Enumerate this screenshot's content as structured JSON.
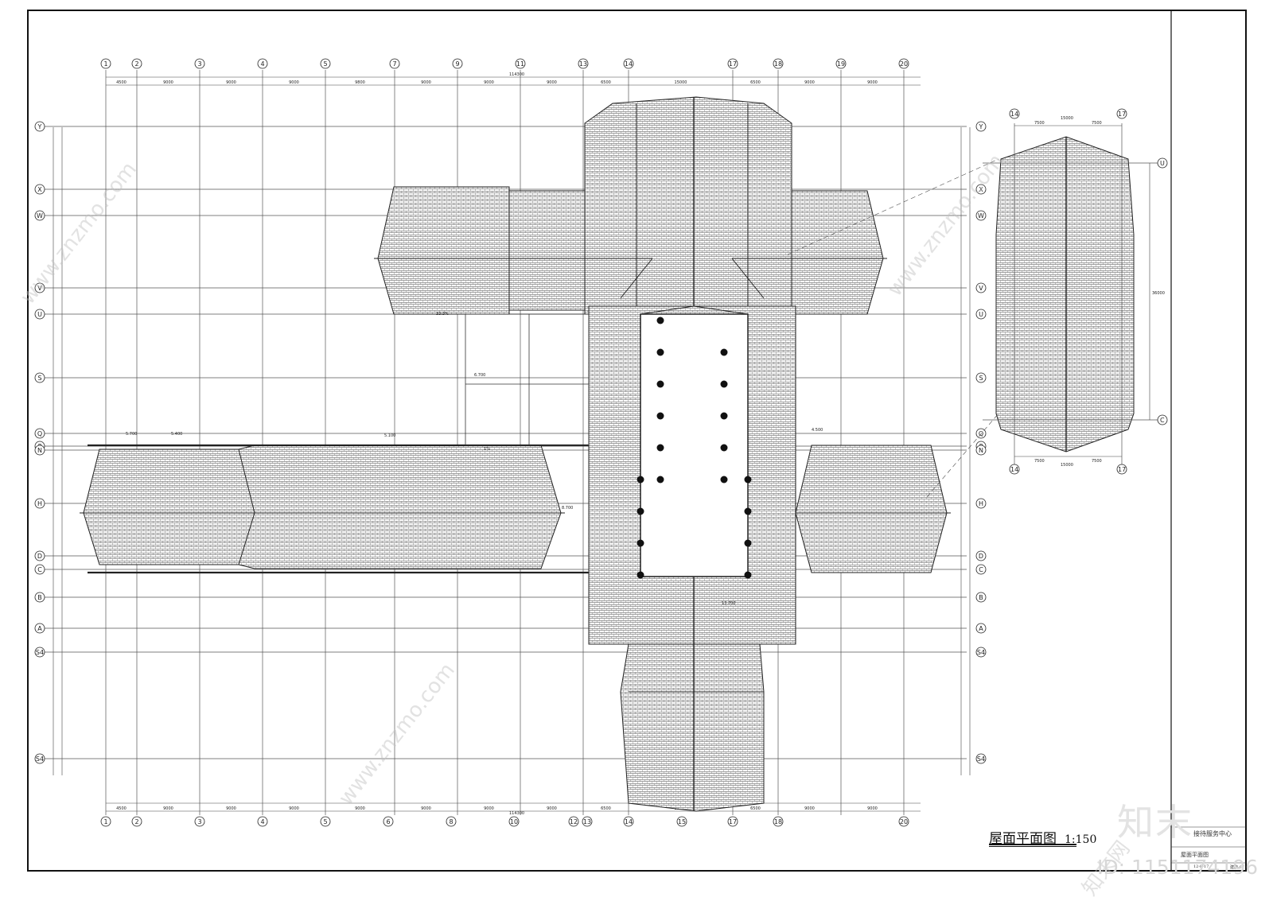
{
  "drawing": {
    "title": "屋面平面图",
    "scale": "1:150",
    "project_name": "接待服务中心",
    "sheet_name": "屋面平面图",
    "sheet_number": "建施-07",
    "date": "12-8-17"
  },
  "grid": {
    "top_axes": [
      "1",
      "2",
      "3",
      "4",
      "5",
      "7",
      "9",
      "11",
      "13",
      "14",
      "17",
      "18",
      "19",
      "20"
    ],
    "bottom_axes": [
      "1",
      "2",
      "3",
      "4",
      "5",
      "6",
      "8",
      "10",
      "12",
      "13",
      "14",
      "15",
      "17",
      "18",
      "20"
    ],
    "row_axes": [
      "Y",
      "X",
      "W",
      "V",
      "U",
      "S",
      "Q",
      "P",
      "N",
      "H",
      "D",
      "C",
      "B",
      "A",
      "S4",
      "S4"
    ],
    "top_overall_dimension": "114300",
    "bottom_overall_dimension": "114300",
    "top_spacings": [
      "4500",
      "9000",
      "9000",
      "9000",
      "9800",
      "9000",
      "9000",
      "9000",
      "6500",
      "15000",
      "6500",
      "9000",
      "9000"
    ],
    "bottom_spacings": [
      "4500",
      "9000",
      "9000",
      "9000",
      "9000",
      "9000",
      "9000",
      "9000",
      "6500",
      "15000",
      "6500",
      "9000",
      "9000"
    ]
  },
  "detail": {
    "axis_top": [
      "14",
      "17"
    ],
    "axis_bottom": [
      "14",
      "17"
    ],
    "axis_right": [
      "U",
      "C"
    ],
    "dims_top": [
      "7500",
      "15000",
      "7500"
    ],
    "dims_bottom": [
      "7500",
      "15000",
      "7500"
    ],
    "dim_right": "36000"
  },
  "annotations": {
    "elev_1": "5.700",
    "elev_2": "5.400",
    "elev_3": "5.100",
    "elev_4": "6.700",
    "elev_5": "8.700",
    "elev_6": "13.700",
    "elev_7": "4.500",
    "slope_1": "33.3%",
    "slope_2": "1%"
  },
  "watermark": {
    "logo": "知末",
    "id": "ID: 1151174196",
    "site": "www.znzmo.com",
    "site_cn": "知末网"
  }
}
